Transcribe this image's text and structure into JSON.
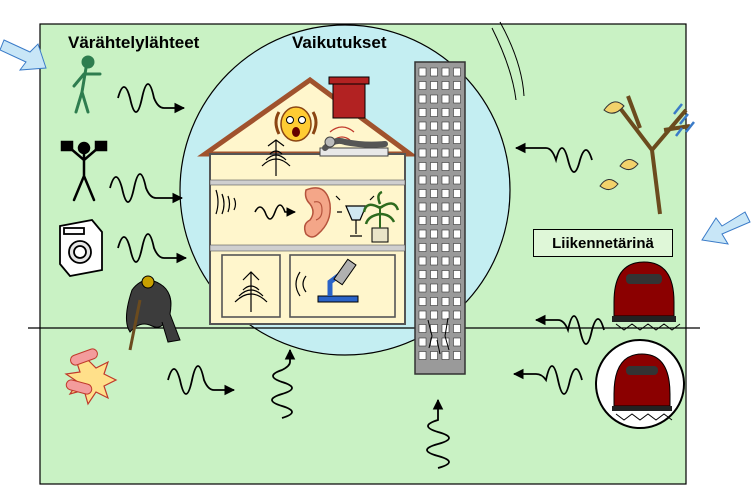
{
  "titles": {
    "sources": "Värähtelylähteet",
    "effects": "Vaikutukset",
    "traffic": "Liikennetärinä"
  },
  "colors": {
    "background_panel": "#c9f2c4",
    "effects_circle": "#c4eef2",
    "house_wall": "#fff6cc",
    "roof": "#a0522d",
    "chimney": "#b22222",
    "tower": "#9a9a9a",
    "train": "#8b0000"
  },
  "icons": {
    "sources": [
      "walking-person-icon",
      "weightlifter-icon",
      "washing-machine-icon",
      "pile-driver-worker-icon",
      "explosion-icon"
    ],
    "effects": [
      "scared-face-icon",
      "sleeping-person-icon",
      "ear-icon",
      "wine-glass-icon",
      "potted-plant-icon",
      "microscope-icon"
    ],
    "environment": [
      "windblown-tree-icon",
      "train-icon",
      "train-in-circle-icon",
      "high-rise-building-icon"
    ],
    "arrows": [
      "incoming-arrow-left-icon",
      "incoming-arrow-right-icon"
    ]
  }
}
